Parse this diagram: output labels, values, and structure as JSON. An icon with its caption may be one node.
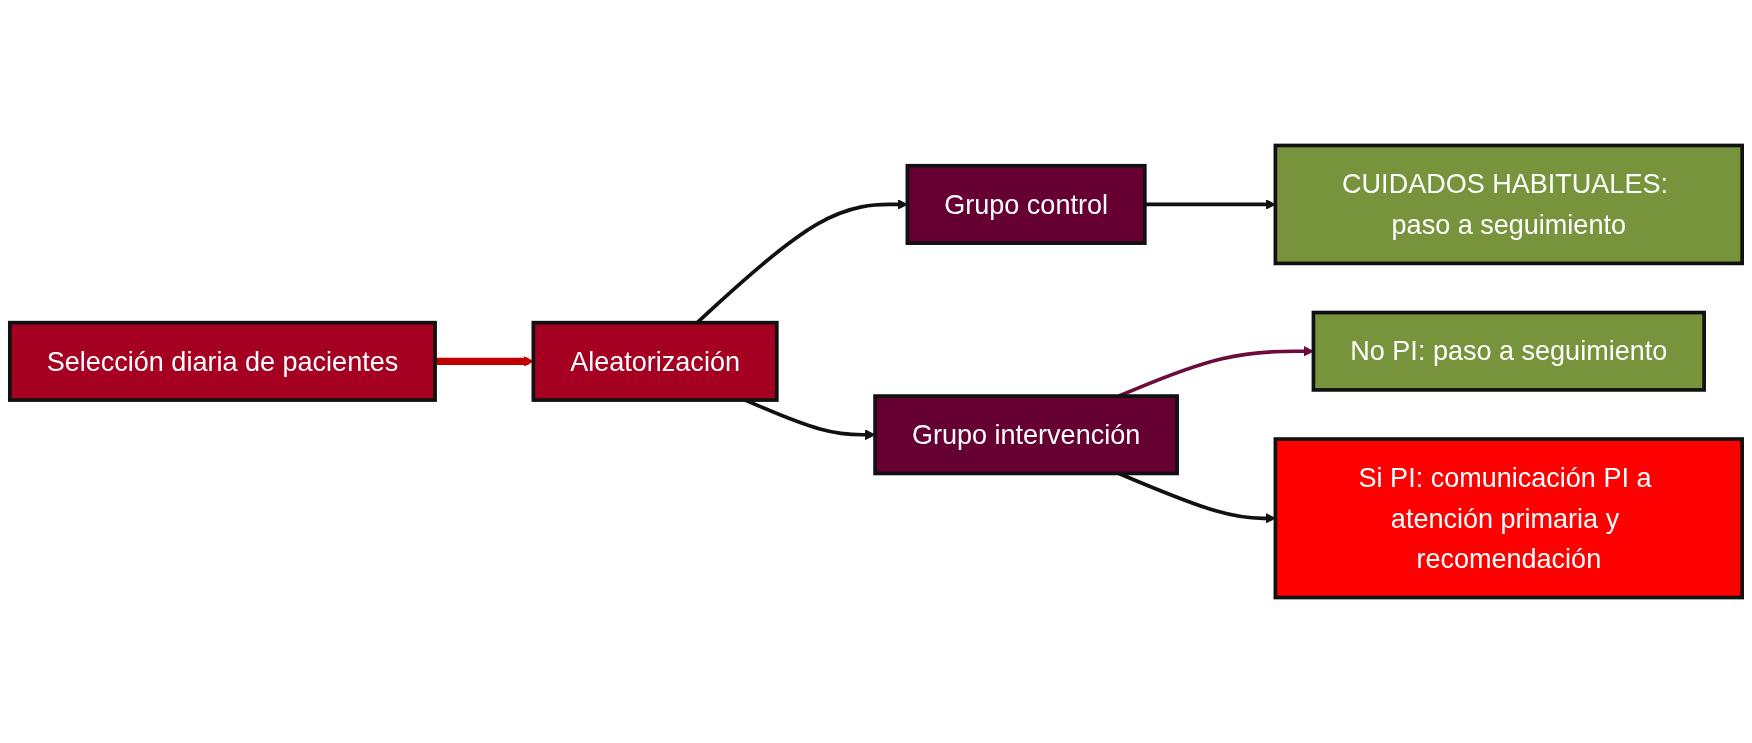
{
  "diagram": {
    "nodes": [
      {
        "text": [
          "Selección diaria de pacientes"
        ]
      },
      {
        "text": [
          "Aleatorización"
        ]
      },
      {
        "text": [
          "Grupo control"
        ]
      },
      {
        "text": [
          "CUIDADOS HABITUALES: paso a seguimiento"
        ]
      },
      {
        "text": [
          "Grupo intervención"
        ]
      },
      {
        "text": [
          "No PI: paso a seguimiento"
        ]
      },
      {
        "text": [
          "Si PI: comunicación PI a atención primaria y recomendación"
        ]
      }
    ],
    "edges": [
      {
        "from": 0,
        "to": 1,
        "arrow": "to",
        "style": "thick",
        "color": "#c00000"
      },
      {
        "from": 1,
        "to": 2,
        "arrow": "to"
      },
      {
        "from": 2,
        "to": 3,
        "arrow": "to"
      },
      {
        "from": 1,
        "to": 4,
        "arrow": "to"
      },
      {
        "from": 4,
        "to": 5,
        "arrow": "to",
        "color": "#6b0c3b"
      },
      {
        "from": 4,
        "to": 6,
        "arrow": "to"
      }
    ]
  }
}
